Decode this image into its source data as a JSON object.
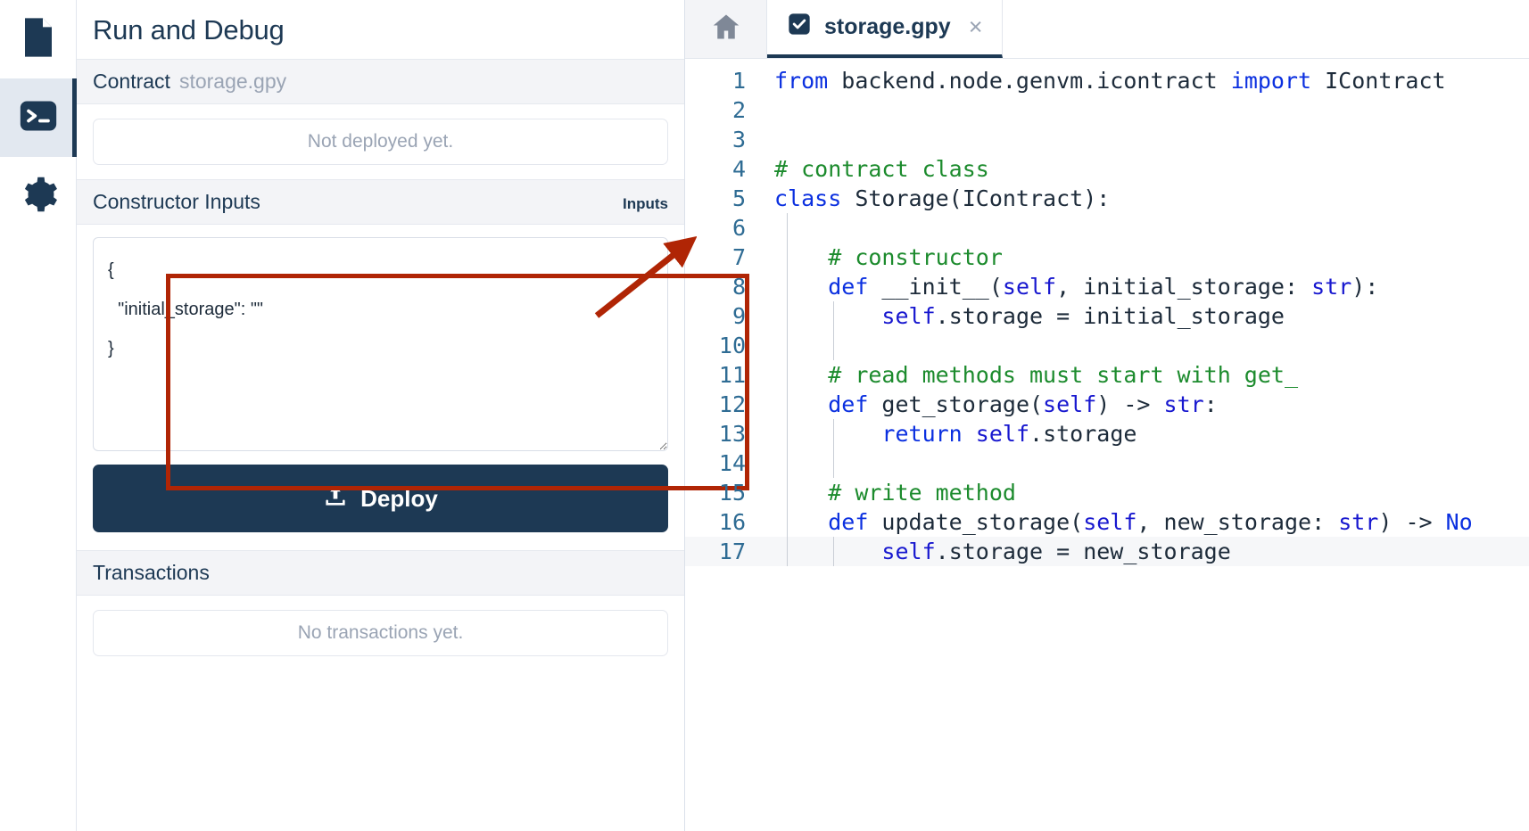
{
  "activity_bar": {
    "items": [
      {
        "name": "file-icon",
        "label": "Files"
      },
      {
        "name": "terminal-icon",
        "label": "Run and Debug",
        "active": true
      },
      {
        "name": "gear-icon",
        "label": "Settings"
      }
    ]
  },
  "panel": {
    "title": "Run and Debug",
    "contract_section": {
      "label": "Contract",
      "file": "storage.gpy",
      "status": "Not deployed yet."
    },
    "constructor_section": {
      "label": "Constructor Inputs",
      "mode": "Inputs",
      "json_value": "{\n  \"initial_storage\": \"\"\n}",
      "json_placeholder": "{}"
    },
    "deploy_label": "Deploy",
    "deploy_icon": "upload-icon",
    "transactions_section": {
      "label": "Transactions",
      "empty": "No transactions yet."
    }
  },
  "annotation": {
    "color": "#b02505",
    "target": "Inputs"
  },
  "editor": {
    "home_tab_icon": "home-icon",
    "tabs": [
      {
        "icon": "checked-file-icon",
        "label": "storage.gpy",
        "close": "×",
        "active": true
      }
    ],
    "lines": [
      {
        "n": "1",
        "indent": 0,
        "tokens": [
          [
            "kw",
            "from"
          ],
          [
            "pl",
            " backend.node.genvm.icontract "
          ],
          [
            "kw",
            "import"
          ],
          [
            "pl",
            " IContract"
          ]
        ]
      },
      {
        "n": "2",
        "indent": 0,
        "tokens": []
      },
      {
        "n": "3",
        "indent": 0,
        "tokens": []
      },
      {
        "n": "4",
        "indent": 0,
        "tokens": [
          [
            "cm",
            "# contract class"
          ]
        ]
      },
      {
        "n": "5",
        "indent": 0,
        "tokens": [
          [
            "kw",
            "class"
          ],
          [
            "pl",
            " Storage(IContract):"
          ]
        ]
      },
      {
        "n": "6",
        "indent": 1,
        "tokens": []
      },
      {
        "n": "7",
        "indent": 1,
        "tokens": [
          [
            "pl",
            "    "
          ],
          [
            "cm",
            "# constructor"
          ]
        ]
      },
      {
        "n": "8",
        "indent": 1,
        "tokens": [
          [
            "pl",
            "    "
          ],
          [
            "kw",
            "def"
          ],
          [
            "pl",
            " __init__("
          ],
          [
            "sf",
            "self"
          ],
          [
            "pl",
            ", initial_storage: "
          ],
          [
            "sf",
            "str"
          ],
          [
            "pl",
            "):"
          ]
        ]
      },
      {
        "n": "9",
        "indent": 2,
        "tokens": [
          [
            "pl",
            "        "
          ],
          [
            "sf",
            "self"
          ],
          [
            "pl",
            ".storage = initial_storage"
          ]
        ]
      },
      {
        "n": "10",
        "indent": 2,
        "tokens": []
      },
      {
        "n": "11",
        "indent": 1,
        "tokens": [
          [
            "pl",
            "    "
          ],
          [
            "cm",
            "# read methods must start with get_"
          ]
        ]
      },
      {
        "n": "12",
        "indent": 1,
        "tokens": [
          [
            "pl",
            "    "
          ],
          [
            "kw",
            "def"
          ],
          [
            "pl",
            " get_storage("
          ],
          [
            "sf",
            "self"
          ],
          [
            "pl",
            ") -> "
          ],
          [
            "sf",
            "str"
          ],
          [
            "pl",
            ":"
          ]
        ]
      },
      {
        "n": "13",
        "indent": 2,
        "tokens": [
          [
            "pl",
            "        "
          ],
          [
            "kw",
            "return"
          ],
          [
            "pl",
            " "
          ],
          [
            "sf",
            "self"
          ],
          [
            "pl",
            ".storage"
          ]
        ]
      },
      {
        "n": "14",
        "indent": 2,
        "tokens": []
      },
      {
        "n": "15",
        "indent": 1,
        "tokens": [
          [
            "pl",
            "    "
          ],
          [
            "cm",
            "# write method"
          ]
        ]
      },
      {
        "n": "16",
        "indent": 1,
        "tokens": [
          [
            "pl",
            "    "
          ],
          [
            "kw",
            "def"
          ],
          [
            "pl",
            " update_storage("
          ],
          [
            "sf",
            "self"
          ],
          [
            "pl",
            ", new_storage: "
          ],
          [
            "sf",
            "str"
          ],
          [
            "pl",
            ") -> "
          ],
          [
            "kw",
            "No"
          ]
        ]
      },
      {
        "n": "17",
        "indent": 2,
        "active": true,
        "tokens": [
          [
            "pl",
            "        "
          ],
          [
            "sf",
            "self"
          ],
          [
            "pl",
            ".storage = new_storage"
          ]
        ]
      }
    ]
  }
}
